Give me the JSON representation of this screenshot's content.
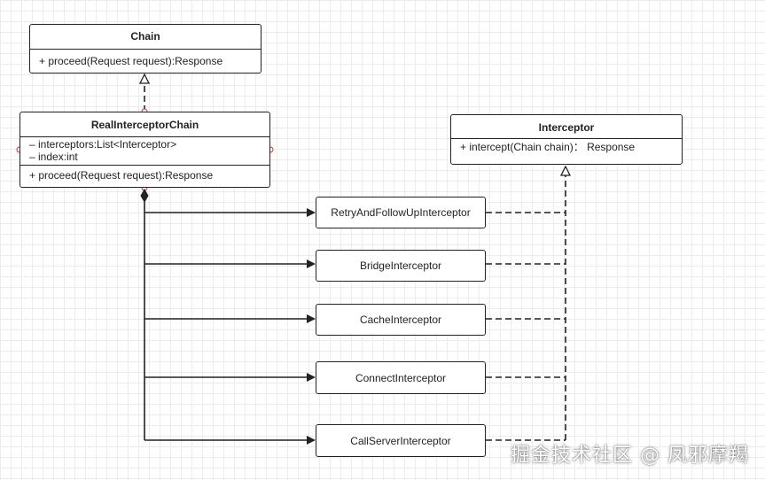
{
  "chain": {
    "name": "Chain",
    "method": "+ proceed(Request request):Response"
  },
  "real_chain": {
    "name": "RealInterceptorChain",
    "attributes": [
      "– interceptors:List<Interceptor>",
      "– index:int"
    ],
    "method": "+ proceed(Request request):Response"
  },
  "interceptor": {
    "name": "Interceptor",
    "method": "+ intercept(Chain chain)： Response"
  },
  "implementations": [
    "RetryAndFollowUpInterceptor",
    "BridgeInterceptor",
    "CacheInterceptor",
    "ConnectInterceptor",
    "CallServerInterceptor"
  ],
  "watermark": "掘金技术社区 @ 凤邪摩羯"
}
